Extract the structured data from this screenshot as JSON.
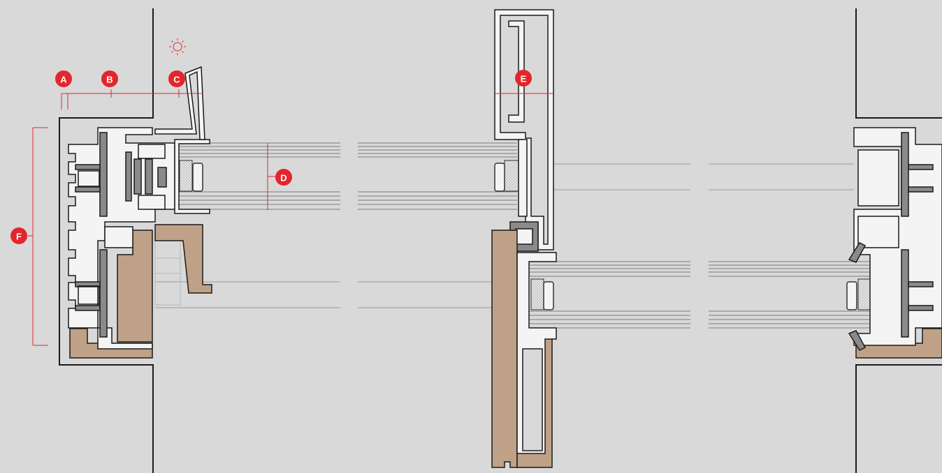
{
  "colors": {
    "background": "#d9d9d9",
    "wall_line": "#1a1a1a",
    "profile_fill": "#f4f4f4",
    "gasket_fill": "#8a8a8a",
    "wood_fill": "#bfa187",
    "glass_line": "#7a7a7a",
    "dimension_red": "#e3262b",
    "marker_red": "#e3262b",
    "marker_text": "#ffffff"
  },
  "icons": {
    "sun": "sun-icon"
  },
  "markers": [
    {
      "id": "A",
      "label": "A"
    },
    {
      "id": "B",
      "label": "B"
    },
    {
      "id": "C",
      "label": "C"
    },
    {
      "id": "D",
      "label": "D"
    },
    {
      "id": "E",
      "label": "E"
    },
    {
      "id": "F",
      "label": "F"
    }
  ]
}
